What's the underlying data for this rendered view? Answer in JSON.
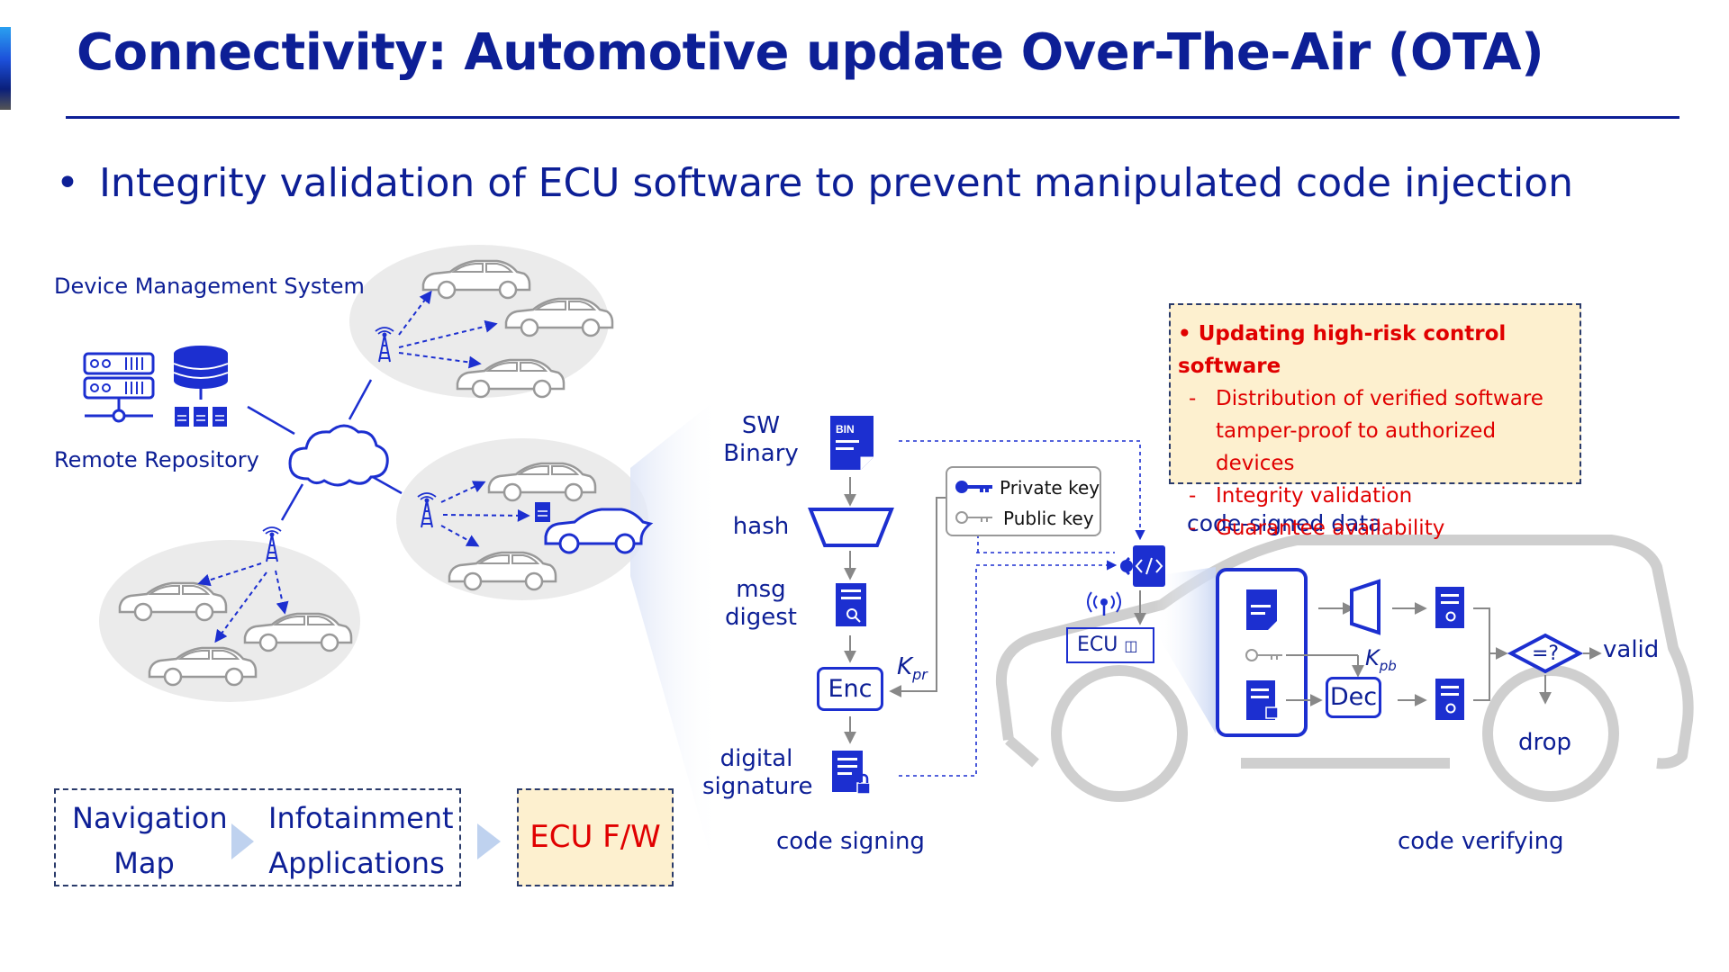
{
  "title": "Connectivity: Automotive update Over-The-Air (OTA)",
  "bullet": "Integrity validation of ECU software to prevent manipulated code injection",
  "network": {
    "dms_label": "Device Management System",
    "repo_label": "Remote Repository",
    "bin_badge": "BIN"
  },
  "flow": {
    "nav_line1": "Navigation",
    "nav_line2": "Map",
    "info_line1": "Infotainment",
    "info_line2": "Applications",
    "ecu_fw": "ECU F/W"
  },
  "signing": {
    "sw_binary_1": "SW",
    "sw_binary_2": "Binary",
    "hash": "hash",
    "msg_digest_1": "msg",
    "msg_digest_2": "digest",
    "enc": "Enc",
    "kpr_k": "K",
    "kpr_sub": "pr",
    "digital_signature_1": "digital",
    "digital_signature_2": "signature",
    "caption": "code signing",
    "private_key": "Private key",
    "public_key": "Public key"
  },
  "verifying": {
    "code_signed_data": "code-signed data",
    "ecu": "ECU",
    "dec": "Dec",
    "kpb_k": "K",
    "kpb_sub": "pb",
    "compare": "=?",
    "valid": "valid",
    "drop": "drop",
    "caption": "code verifying"
  },
  "note": {
    "heading": "Updating high-risk control software",
    "item1_line1": "Distribution of verified software",
    "item1_line2": "tamper-proof to authorized devices",
    "item2": "Integrity validation",
    "item3": "Guarantee availability"
  },
  "colors": {
    "navy": "#0d1f96",
    "blue": "#1c2fd0",
    "red": "#e00000",
    "note_fill": "#fdf0cf",
    "gray": "#c8c8c8"
  }
}
